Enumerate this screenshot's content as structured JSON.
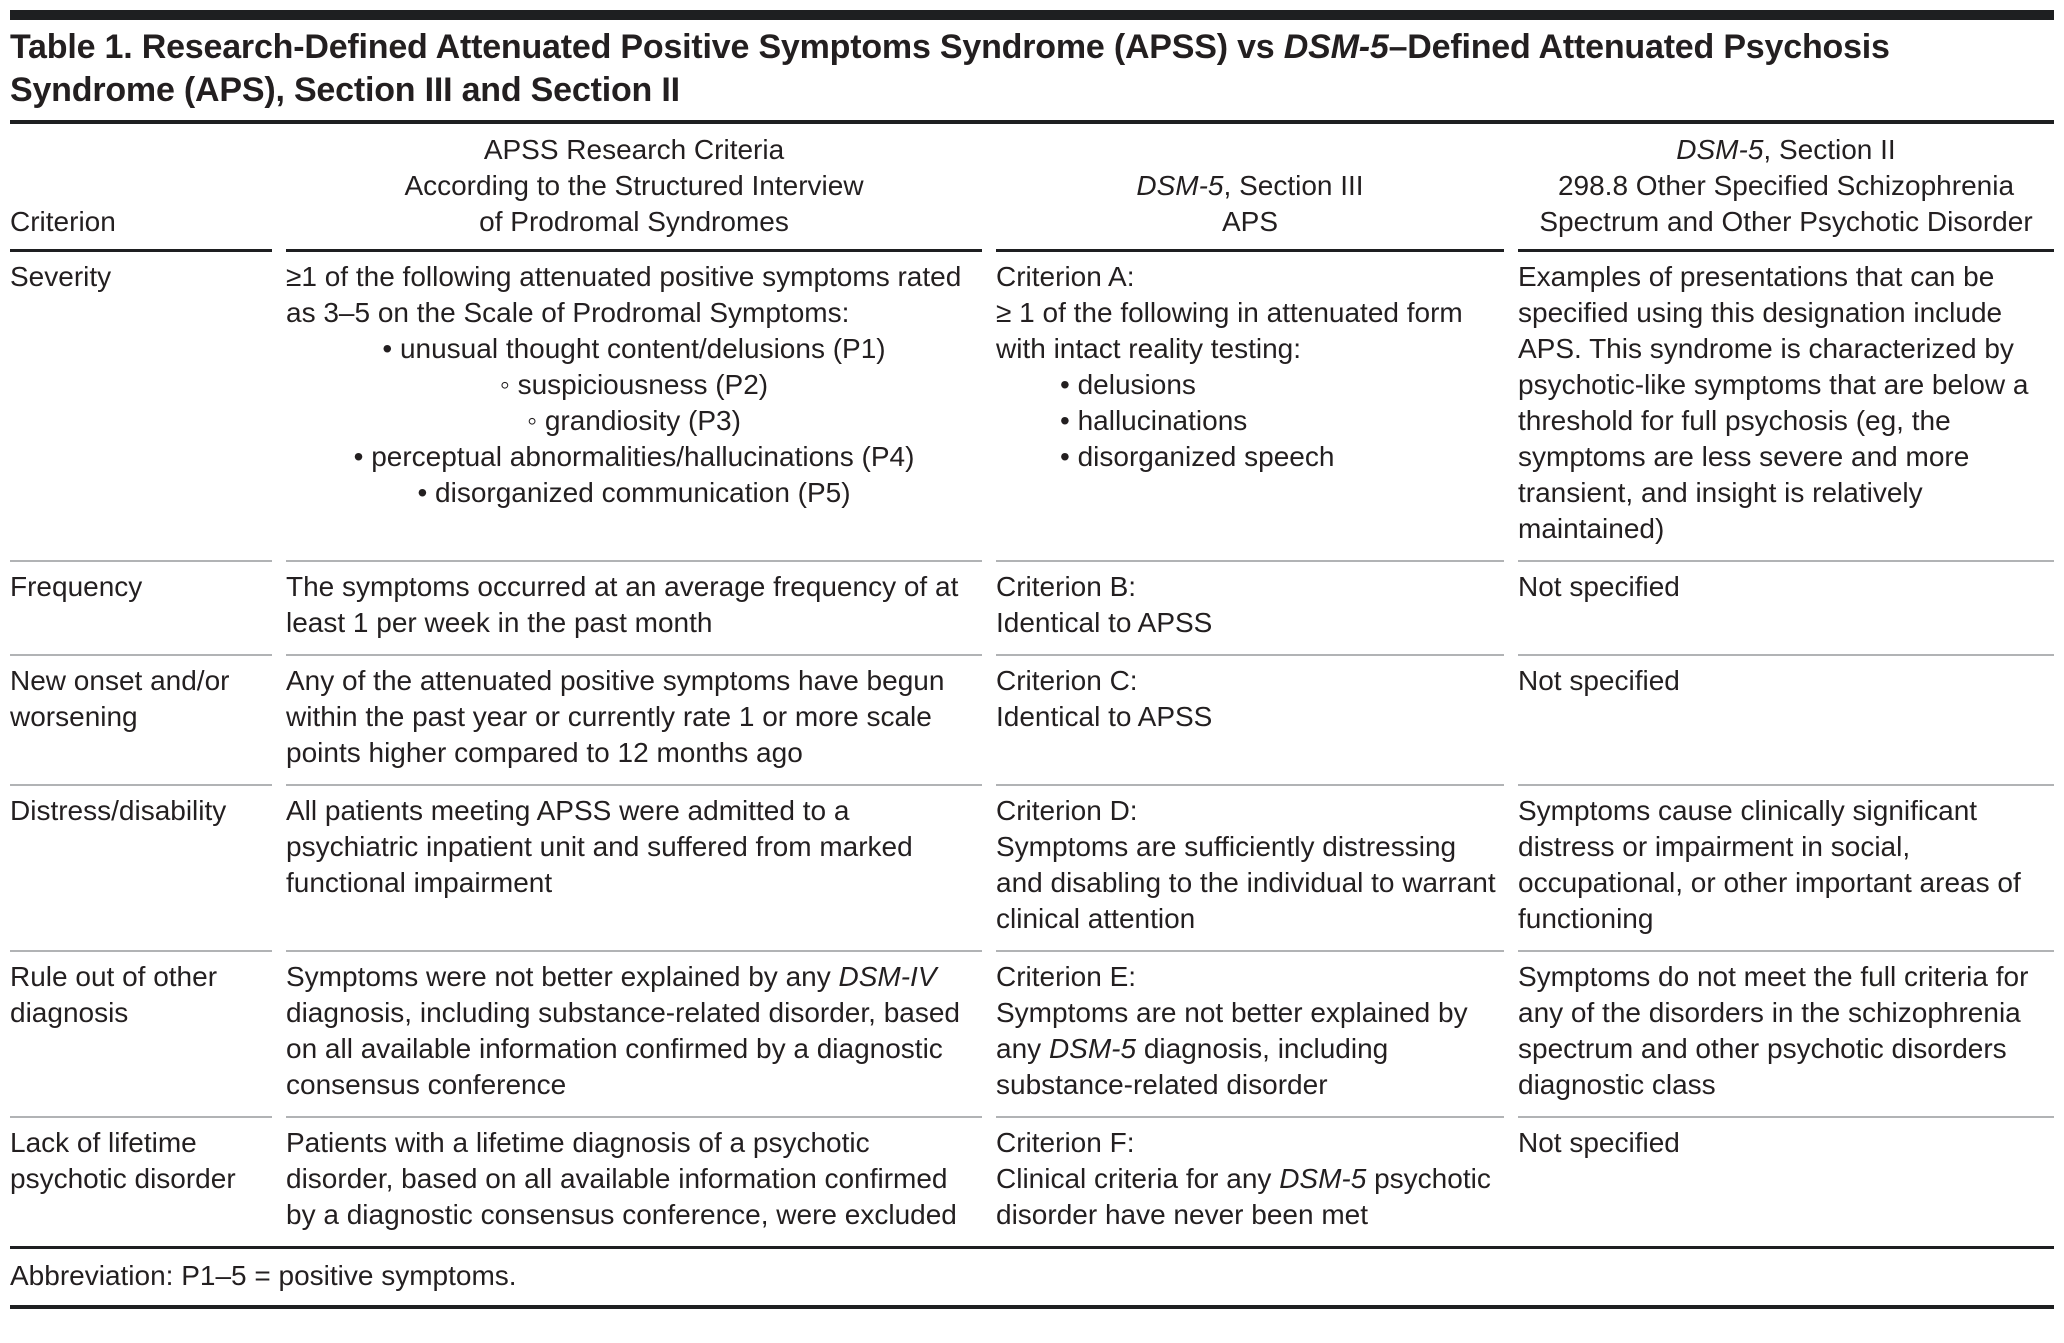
{
  "colors": {
    "background": "#ffffff",
    "text": "#231f20",
    "rule_dark": "#1e1f21",
    "rule_gray": "#b1b3b5"
  },
  "title": {
    "lines": [
      [
        {
          "t": "Table 1. Research-Defined Attenuated Positive Symptoms Syndrome (APSS) vs "
        },
        {
          "t": "DSM-5",
          "i": true
        },
        {
          "t": "–Defined Attenuated Psychosis"
        }
      ],
      [
        {
          "t": "Syndrome (APS), Section III and Section II"
        }
      ]
    ]
  },
  "header": {
    "criterion": "Criterion",
    "apss": [
      [
        {
          "t": "APSS Research Criteria"
        }
      ],
      [
        {
          "t": "According to the Structured Interview"
        }
      ],
      [
        {
          "t": "of Prodromal Syndromes"
        }
      ]
    ],
    "dsm5_iii": [
      [
        {
          "t": "DSM-5",
          "i": true
        },
        {
          "t": ", Section III"
        }
      ],
      [
        {
          "t": "APS"
        }
      ]
    ],
    "dsm5_ii": [
      [
        {
          "t": "DSM-5",
          "i": true
        },
        {
          "t": ", Section II"
        }
      ],
      [
        {
          "t": "298.8 Other Specified Schizophrenia"
        }
      ],
      [
        {
          "t": "Spectrum and Other Psychotic Disorder"
        }
      ]
    ]
  },
  "rows": [
    {
      "criterion": "Severity",
      "cells": {
        "apss": [
          {
            "s": "p",
            "r": [
              {
                "t": "≥1 of the following attenuated positive symptoms rated as 3–5 on the Scale of Prodromal Symptoms:"
              }
            ]
          },
          {
            "s": "cdot",
            "r": [
              {
                "t": "unusual thought content/delusions (P1)"
              }
            ]
          },
          {
            "s": "ccirc",
            "r": [
              {
                "t": "suspiciousness (P2)"
              }
            ]
          },
          {
            "s": "ccirc",
            "r": [
              {
                "t": "grandiosity (P3)"
              }
            ]
          },
          {
            "s": "cdot",
            "r": [
              {
                "t": "perceptual abnormalities/hallucinations (P4)"
              }
            ]
          },
          {
            "s": "cdot",
            "r": [
              {
                "t": "disorganized communication (P5)"
              }
            ]
          }
        ],
        "dsm5_iii": [
          {
            "s": "p",
            "r": [
              {
                "t": "Criterion A:"
              }
            ]
          },
          {
            "s": "p",
            "r": [
              {
                "t": "≥ 1 of the following in attenuated form with intact reality testing:"
              }
            ]
          },
          {
            "s": "idot",
            "r": [
              {
                "t": "delusions"
              }
            ]
          },
          {
            "s": "idot",
            "r": [
              {
                "t": "hallucinations"
              }
            ]
          },
          {
            "s": "idot",
            "r": [
              {
                "t": "disorganized speech"
              }
            ]
          }
        ],
        "dsm5_ii": [
          {
            "s": "p",
            "r": [
              {
                "t": "Examples of presentations that can be specified using this designation include APS. This syndrome is characterized by psychotic-like symptoms that are below a threshold for full psychosis (eg, the symptoms are less severe and more transient, and insight is relatively maintained)"
              }
            ]
          }
        ]
      }
    },
    {
      "criterion": "Frequency",
      "cells": {
        "apss": [
          {
            "s": "p",
            "r": [
              {
                "t": "The symptoms occurred at an average frequency of at least 1 per week in the past month"
              }
            ]
          }
        ],
        "dsm5_iii": [
          {
            "s": "p",
            "r": [
              {
                "t": "Criterion B:"
              }
            ]
          },
          {
            "s": "p",
            "r": [
              {
                "t": "Identical to APSS"
              }
            ]
          }
        ],
        "dsm5_ii": [
          {
            "s": "p",
            "r": [
              {
                "t": "Not specified"
              }
            ]
          }
        ]
      }
    },
    {
      "criterion": "New onset and/or worsening",
      "cells": {
        "apss": [
          {
            "s": "p",
            "r": [
              {
                "t": "Any of the attenuated positive symptoms have begun within the past year or currently rate 1 or more scale points higher compared to 12 months ago"
              }
            ]
          }
        ],
        "dsm5_iii": [
          {
            "s": "p",
            "r": [
              {
                "t": "Criterion C:"
              }
            ]
          },
          {
            "s": "p",
            "r": [
              {
                "t": "Identical to APSS"
              }
            ]
          }
        ],
        "dsm5_ii": [
          {
            "s": "p",
            "r": [
              {
                "t": "Not specified"
              }
            ]
          }
        ]
      }
    },
    {
      "criterion": "Distress/disability",
      "cells": {
        "apss": [
          {
            "s": "p",
            "r": [
              {
                "t": "All patients meeting APSS were admitted to a psychiatric inpatient unit and suffered from marked functional impairment"
              }
            ]
          }
        ],
        "dsm5_iii": [
          {
            "s": "p",
            "r": [
              {
                "t": "Criterion D:"
              }
            ]
          },
          {
            "s": "p",
            "r": [
              {
                "t": "Symptoms are sufficiently distressing and disabling to the individual to warrant clinical attention"
              }
            ]
          }
        ],
        "dsm5_ii": [
          {
            "s": "p",
            "r": [
              {
                "t": "Symptoms cause clinically significant distress or impairment in social, occupational, or other important areas of functioning"
              }
            ]
          }
        ]
      }
    },
    {
      "criterion": "Rule out of other diagnosis",
      "cells": {
        "apss": [
          {
            "s": "p",
            "r": [
              {
                "t": "Symptoms were not better explained by any "
              },
              {
                "t": "DSM-IV",
                "i": true
              },
              {
                "t": " diagnosis, including substance-related disorder, based on all available information confirmed by a diagnostic consensus conference"
              }
            ]
          }
        ],
        "dsm5_iii": [
          {
            "s": "p",
            "r": [
              {
                "t": "Criterion E:"
              }
            ]
          },
          {
            "s": "p",
            "r": [
              {
                "t": "Symptoms are not better explained by any "
              },
              {
                "t": "DSM-5",
                "i": true
              },
              {
                "t": " diagnosis, including substance-related disorder"
              }
            ]
          }
        ],
        "dsm5_ii": [
          {
            "s": "p",
            "r": [
              {
                "t": "Symptoms do not meet the full criteria for any of the disorders in the schizophrenia spectrum and other psychotic disorders diagnostic class"
              }
            ]
          }
        ]
      }
    },
    {
      "criterion": "Lack of lifetime psychotic disorder",
      "cells": {
        "apss": [
          {
            "s": "p",
            "r": [
              {
                "t": "Patients with a lifetime diagnosis of a psychotic disorder, based on all available information confirmed by a diagnostic consensus conference, were excluded"
              }
            ]
          }
        ],
        "dsm5_iii": [
          {
            "s": "p",
            "r": [
              {
                "t": "Criterion F:"
              }
            ]
          },
          {
            "s": "p",
            "r": [
              {
                "t": "Clinical criteria for any "
              },
              {
                "t": "DSM-5",
                "i": true
              },
              {
                "t": " psychotic disorder have never been met"
              }
            ]
          }
        ],
        "dsm5_ii": [
          {
            "s": "p",
            "r": [
              {
                "t": "Not specified"
              }
            ]
          }
        ]
      }
    }
  ],
  "footer": {
    "text": "Abbreviation: P1–5 = positive symptoms."
  },
  "bullets": {
    "dot": "• ",
    "circle": "◦ "
  }
}
